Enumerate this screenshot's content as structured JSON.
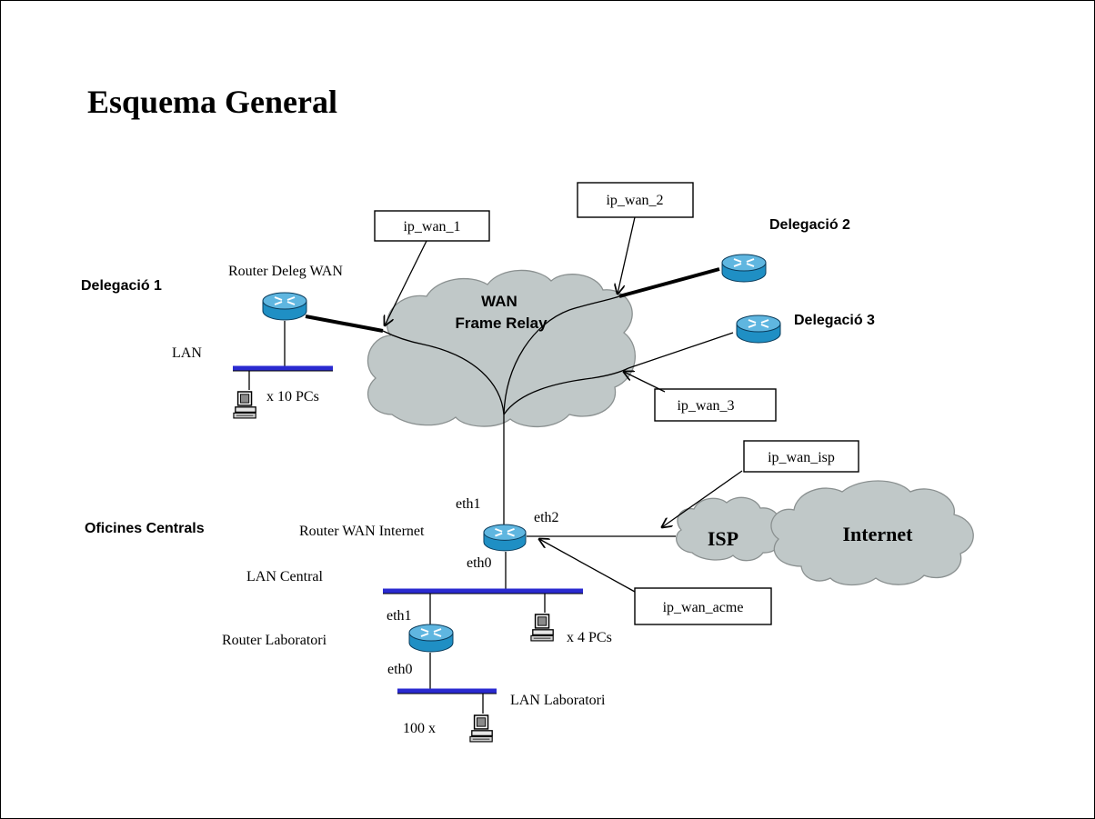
{
  "title": "Esquema General",
  "sites": {
    "deleg1": "Delegació 1",
    "deleg2": "Delegació 2",
    "deleg3": "Delegació 3",
    "central": "Oficines Centrals"
  },
  "cloud_wan": {
    "line1": "WAN",
    "line2": "Frame Relay"
  },
  "cloud_isp": "ISP",
  "cloud_internet": "Internet",
  "routers": {
    "deleg_wan": "Router Deleg WAN",
    "wan_internet": "Router WAN Internet",
    "laboratori": "Router Laboratori"
  },
  "interfaces": {
    "wan_eth1": "eth1",
    "wan_eth2": "eth2",
    "wan_eth0": "eth0",
    "lab_eth1": "eth1",
    "lab_eth0": "eth0"
  },
  "lans": {
    "deleg1": "LAN",
    "central": "LAN Central",
    "laboratori": "LAN Laboratori"
  },
  "pcs": {
    "deleg1": "x 10 PCs",
    "central": "x 4 PCs",
    "laboratori": "100 x"
  },
  "callouts": {
    "ip_wan_1": "ip_wan_1",
    "ip_wan_2": "ip_wan_2",
    "ip_wan_3": "ip_wan_3",
    "ip_wan_isp": "ip_wan_isp",
    "ip_wan_acme": "ip_wan_acme"
  },
  "colors": {
    "cloud_fill": "#c0c8c8",
    "router_fill": "#1f8fc4",
    "router_top": "#5fb6e0",
    "lan_bar": "#2a2ad0"
  }
}
